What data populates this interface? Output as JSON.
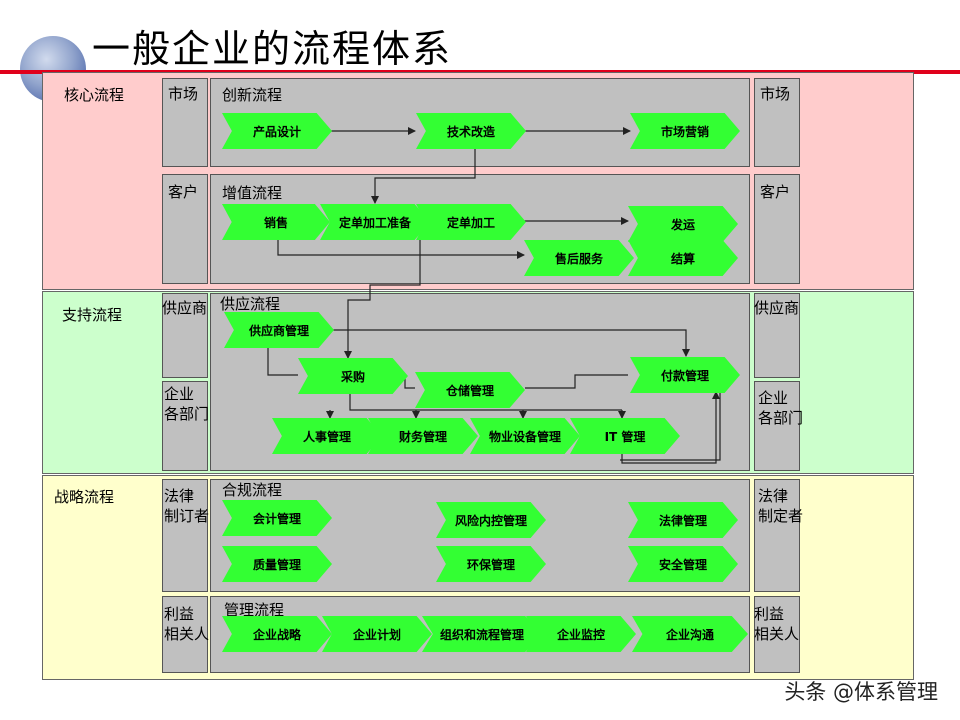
{
  "title": "一般企业的流程体系",
  "colors": {
    "core": "#ffcccc",
    "support": "#ccffcc",
    "strategy": "#ffffcc",
    "chevron": "#33ff33",
    "box": "#c0c0c0",
    "accent": "#e0001b"
  },
  "bands": {
    "core": "核心流程",
    "support": "支持流程",
    "strategy": "战略流程"
  },
  "side": {
    "left": [
      "市场",
      "客户",
      "供应商",
      "企业\n各部门",
      "法律\n制订者",
      "利益\n相关人"
    ],
    "right": [
      "市场",
      "客户",
      "供应商",
      "企业\n各部门",
      "法律\n制定者",
      "利益\n相关人"
    ]
  },
  "processes": {
    "innovation": {
      "label": "创新流程",
      "steps": [
        "产品设计",
        "技术改造",
        "市场营销"
      ]
    },
    "value": {
      "label": "增值流程",
      "steps": [
        "销售",
        "定单加工准备",
        "定单加工",
        "发运",
        "售后服务",
        "结算"
      ]
    },
    "supply": {
      "label": "供应流程",
      "steps": [
        "供应商管理",
        "采购",
        "仓储管理",
        "付款管理",
        "人事管理",
        "财务管理",
        "物业设备管理",
        "IT 管理"
      ]
    },
    "compliance": {
      "label": "合规流程",
      "steps": [
        "会计管理",
        "风险内控管理",
        "法律管理",
        "质量管理",
        "环保管理",
        "安全管理"
      ]
    },
    "management": {
      "label": "管理流程",
      "steps": [
        "企业战略",
        "企业计划",
        "组织和流程管理",
        "企业监控",
        "企业沟通"
      ]
    }
  },
  "watermark": "头条 @体系管理"
}
